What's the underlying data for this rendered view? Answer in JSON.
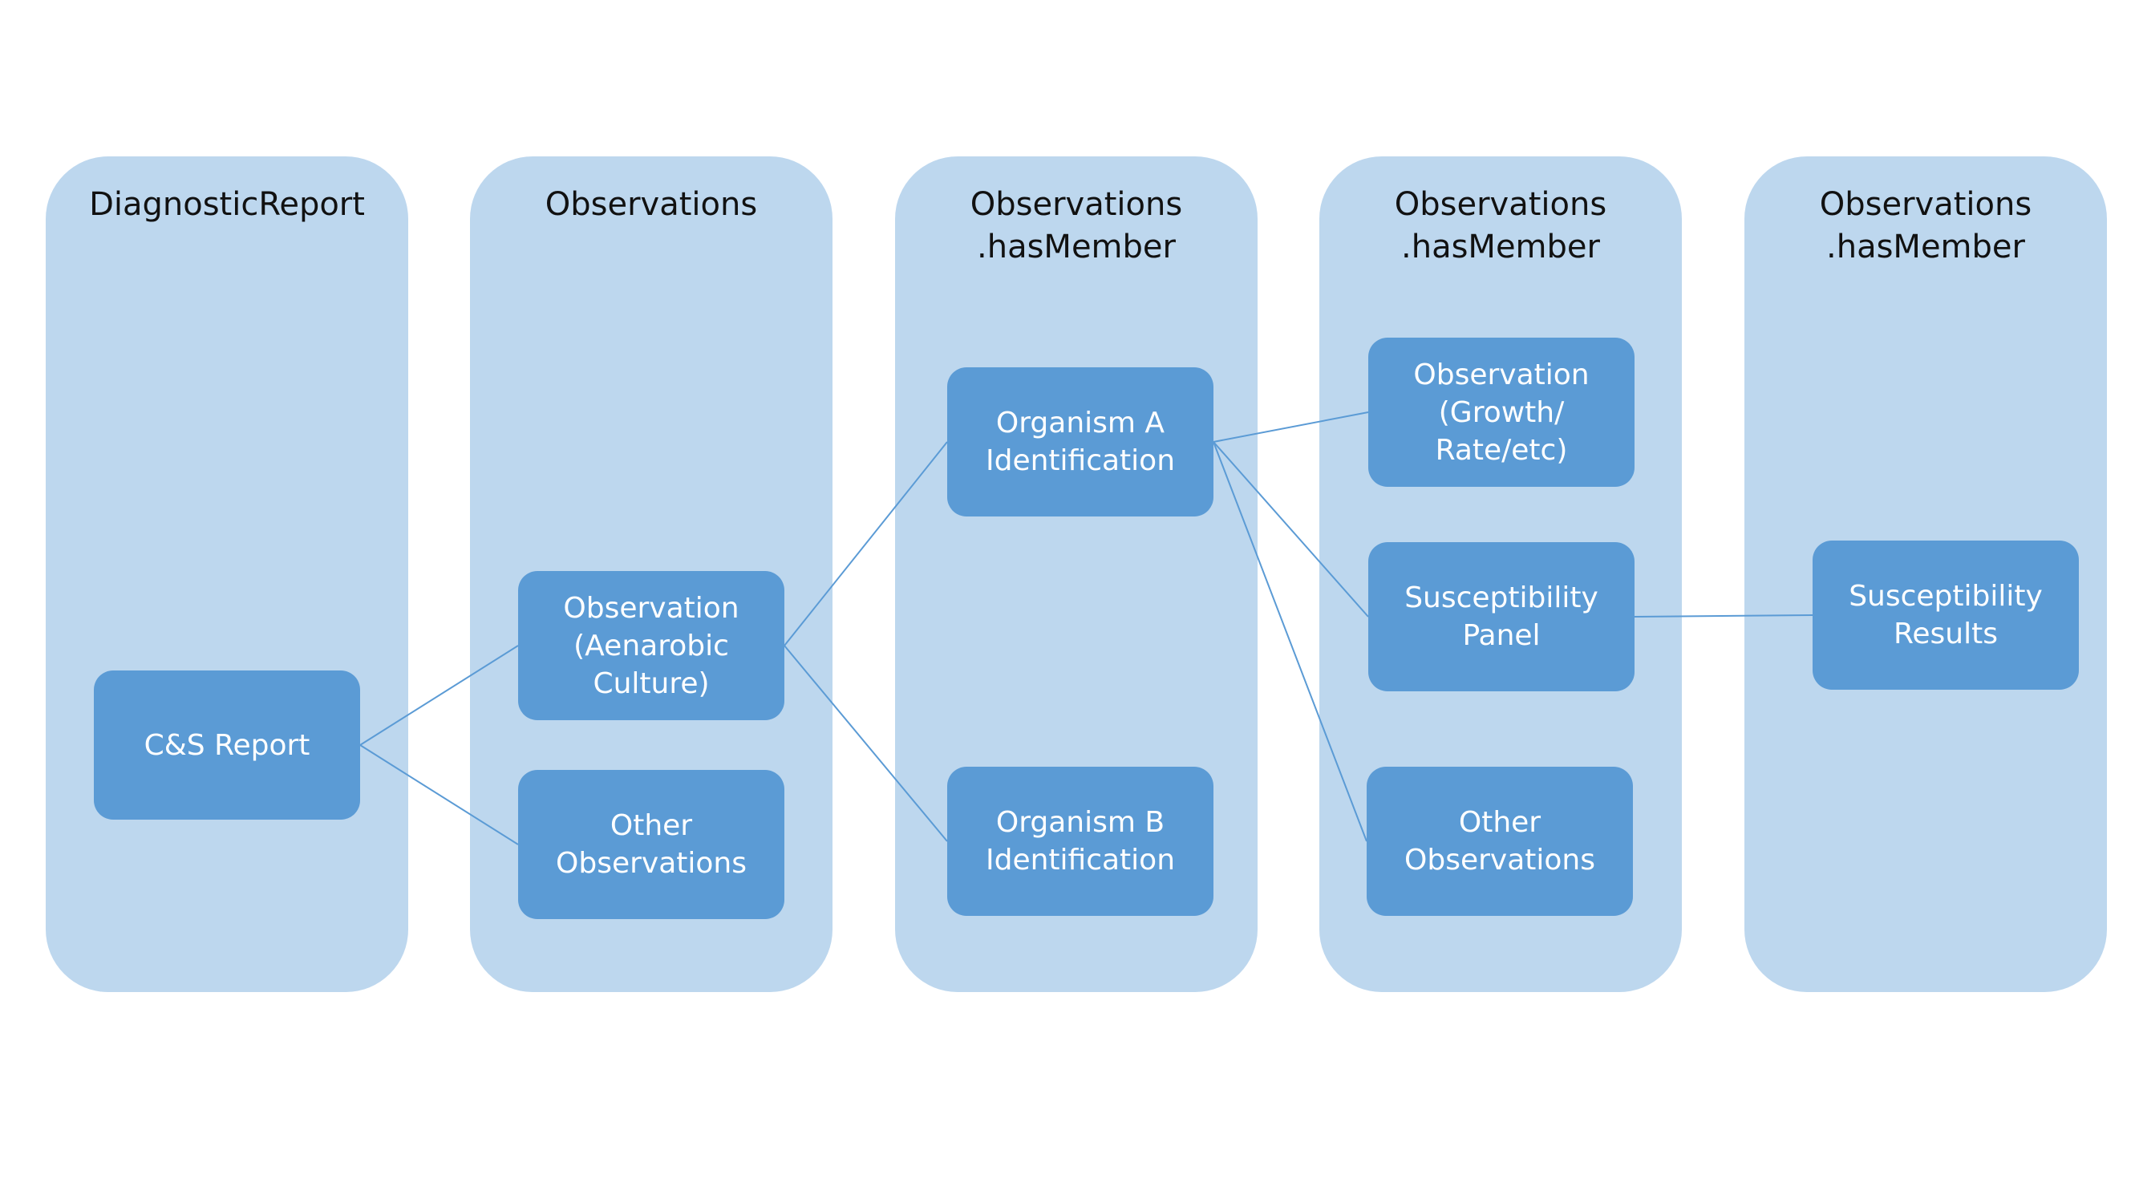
{
  "colors": {
    "column_fill": "#bdd7ee",
    "box_fill": "#5b9bd5",
    "connector": "#5b9bd5",
    "title_text": "#111111",
    "box_text": "#ffffff"
  },
  "columns": [
    {
      "title": "DiagnosticReport"
    },
    {
      "title": "Observations"
    },
    {
      "title": "Observations\n.hasMember"
    },
    {
      "title": "Observations\n.hasMember"
    },
    {
      "title": "Observations\n.hasMember"
    }
  ],
  "boxes": {
    "cs_report": "C&S Report",
    "observation_aenarobic": "Observation\n(Aenarobic\nCulture)",
    "other_observations_1": "Other\nObservations",
    "organism_a": "Organism A\nIdentification",
    "organism_b": "Organism B\nIdentification",
    "observation_growth": "Observation\n(Growth/\nRate/etc)",
    "susceptibility_panel": "Susceptibility\nPanel",
    "other_observations_2": "Other\nObservations",
    "susceptibility_results": "Susceptibility\nResults"
  },
  "connections": [
    [
      "cs_report",
      "observation_aenarobic"
    ],
    [
      "cs_report",
      "other_observations_1"
    ],
    [
      "observation_aenarobic",
      "organism_a"
    ],
    [
      "observation_aenarobic",
      "organism_b"
    ],
    [
      "organism_a",
      "observation_growth"
    ],
    [
      "organism_a",
      "susceptibility_panel"
    ],
    [
      "organism_a",
      "other_observations_2"
    ],
    [
      "susceptibility_panel",
      "susceptibility_results"
    ]
  ]
}
